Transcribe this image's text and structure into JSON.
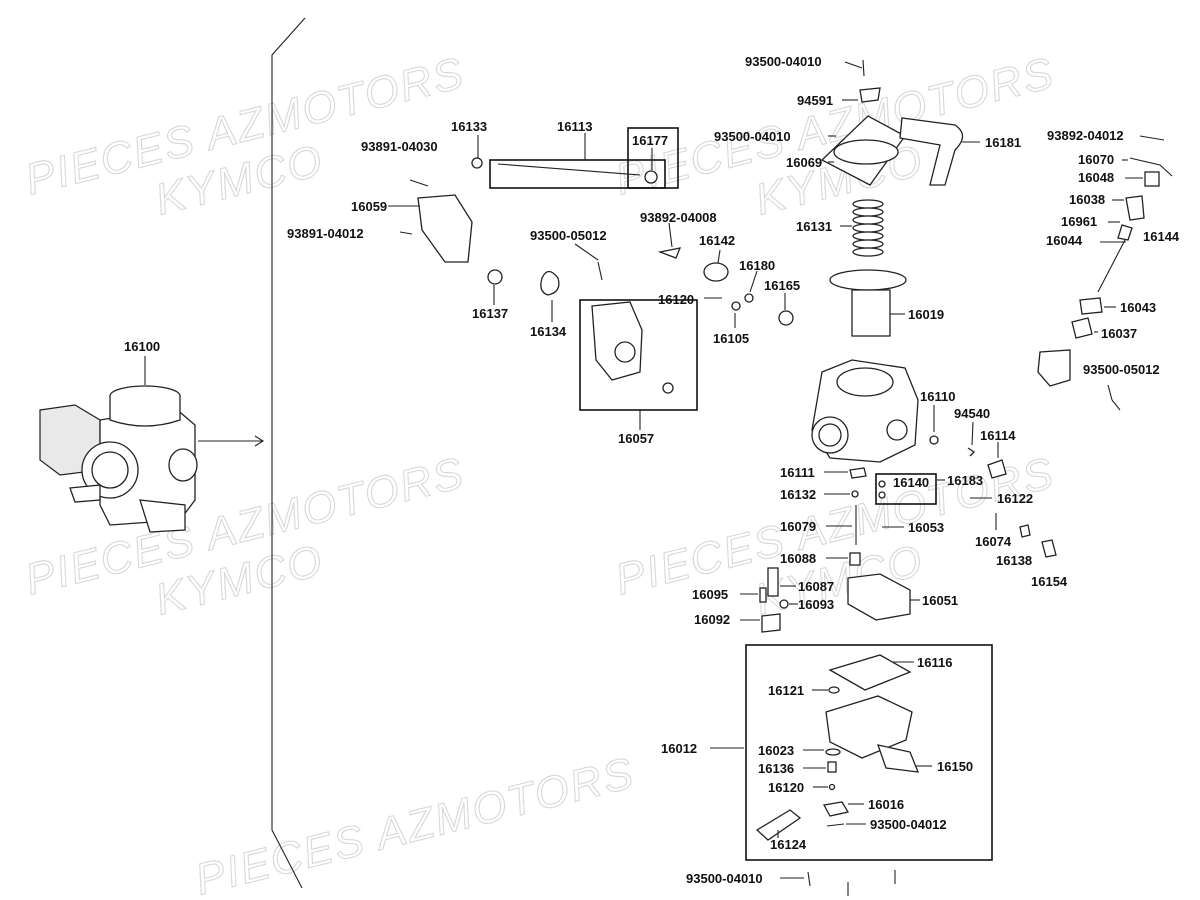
{
  "watermark": {
    "line1": "PIECES AZMOTORS",
    "line2": "KYMCO"
  },
  "assembly_label": "16100",
  "parts": {
    "p16133": "16133",
    "p16113": "16113",
    "p16177": "16177",
    "p93891_04030": "93891-04030",
    "p16059": "16059",
    "p93891_04012": "93891-04012",
    "p16137": "16137",
    "p93500_05012_a": "93500-05012",
    "p16134": "16134",
    "p93892_04008": "93892-04008",
    "p16142": "16142",
    "p16180": "16180",
    "p16120_a": "16120",
    "p16165": "16165",
    "p16105": "16105",
    "p16057": "16057",
    "p93500_04010_top": "93500-04010",
    "p94591": "94591",
    "p93500_04010_mid": "93500-04010",
    "p16069": "16069",
    "p16181": "16181",
    "p16131": "16131",
    "p16019": "16019",
    "p93892_04012": "93892-04012",
    "p16070": "16070",
    "p16048": "16048",
    "p16038": "16038",
    "p16961": "16961",
    "p16044": "16044",
    "p16144": "16144",
    "p16043": "16043",
    "p16037": "16037",
    "p93500_05012_b": "93500-05012",
    "p16110": "16110",
    "p94540": "94540",
    "p16114": "16114",
    "p16111": "16111",
    "p16140": "16140",
    "p16183": "16183",
    "p16132": "16132",
    "p16122": "16122",
    "p16079": "16079",
    "p16053": "16053",
    "p16074": "16074",
    "p16138": "16138",
    "p16154": "16154",
    "p16088": "16088",
    "p16087": "16087",
    "p16095": "16095",
    "p16093": "16093",
    "p16051": "16051",
    "p16092": "16092",
    "p16116": "16116",
    "p16121": "16121",
    "p16012": "16012",
    "p16023": "16023",
    "p16136": "16136",
    "p16150": "16150",
    "p16120_b": "16120",
    "p16016": "16016",
    "p93500_04012": "93500-04012",
    "p16124": "16124",
    "p93500_04010_bottom": "93500-04010"
  }
}
